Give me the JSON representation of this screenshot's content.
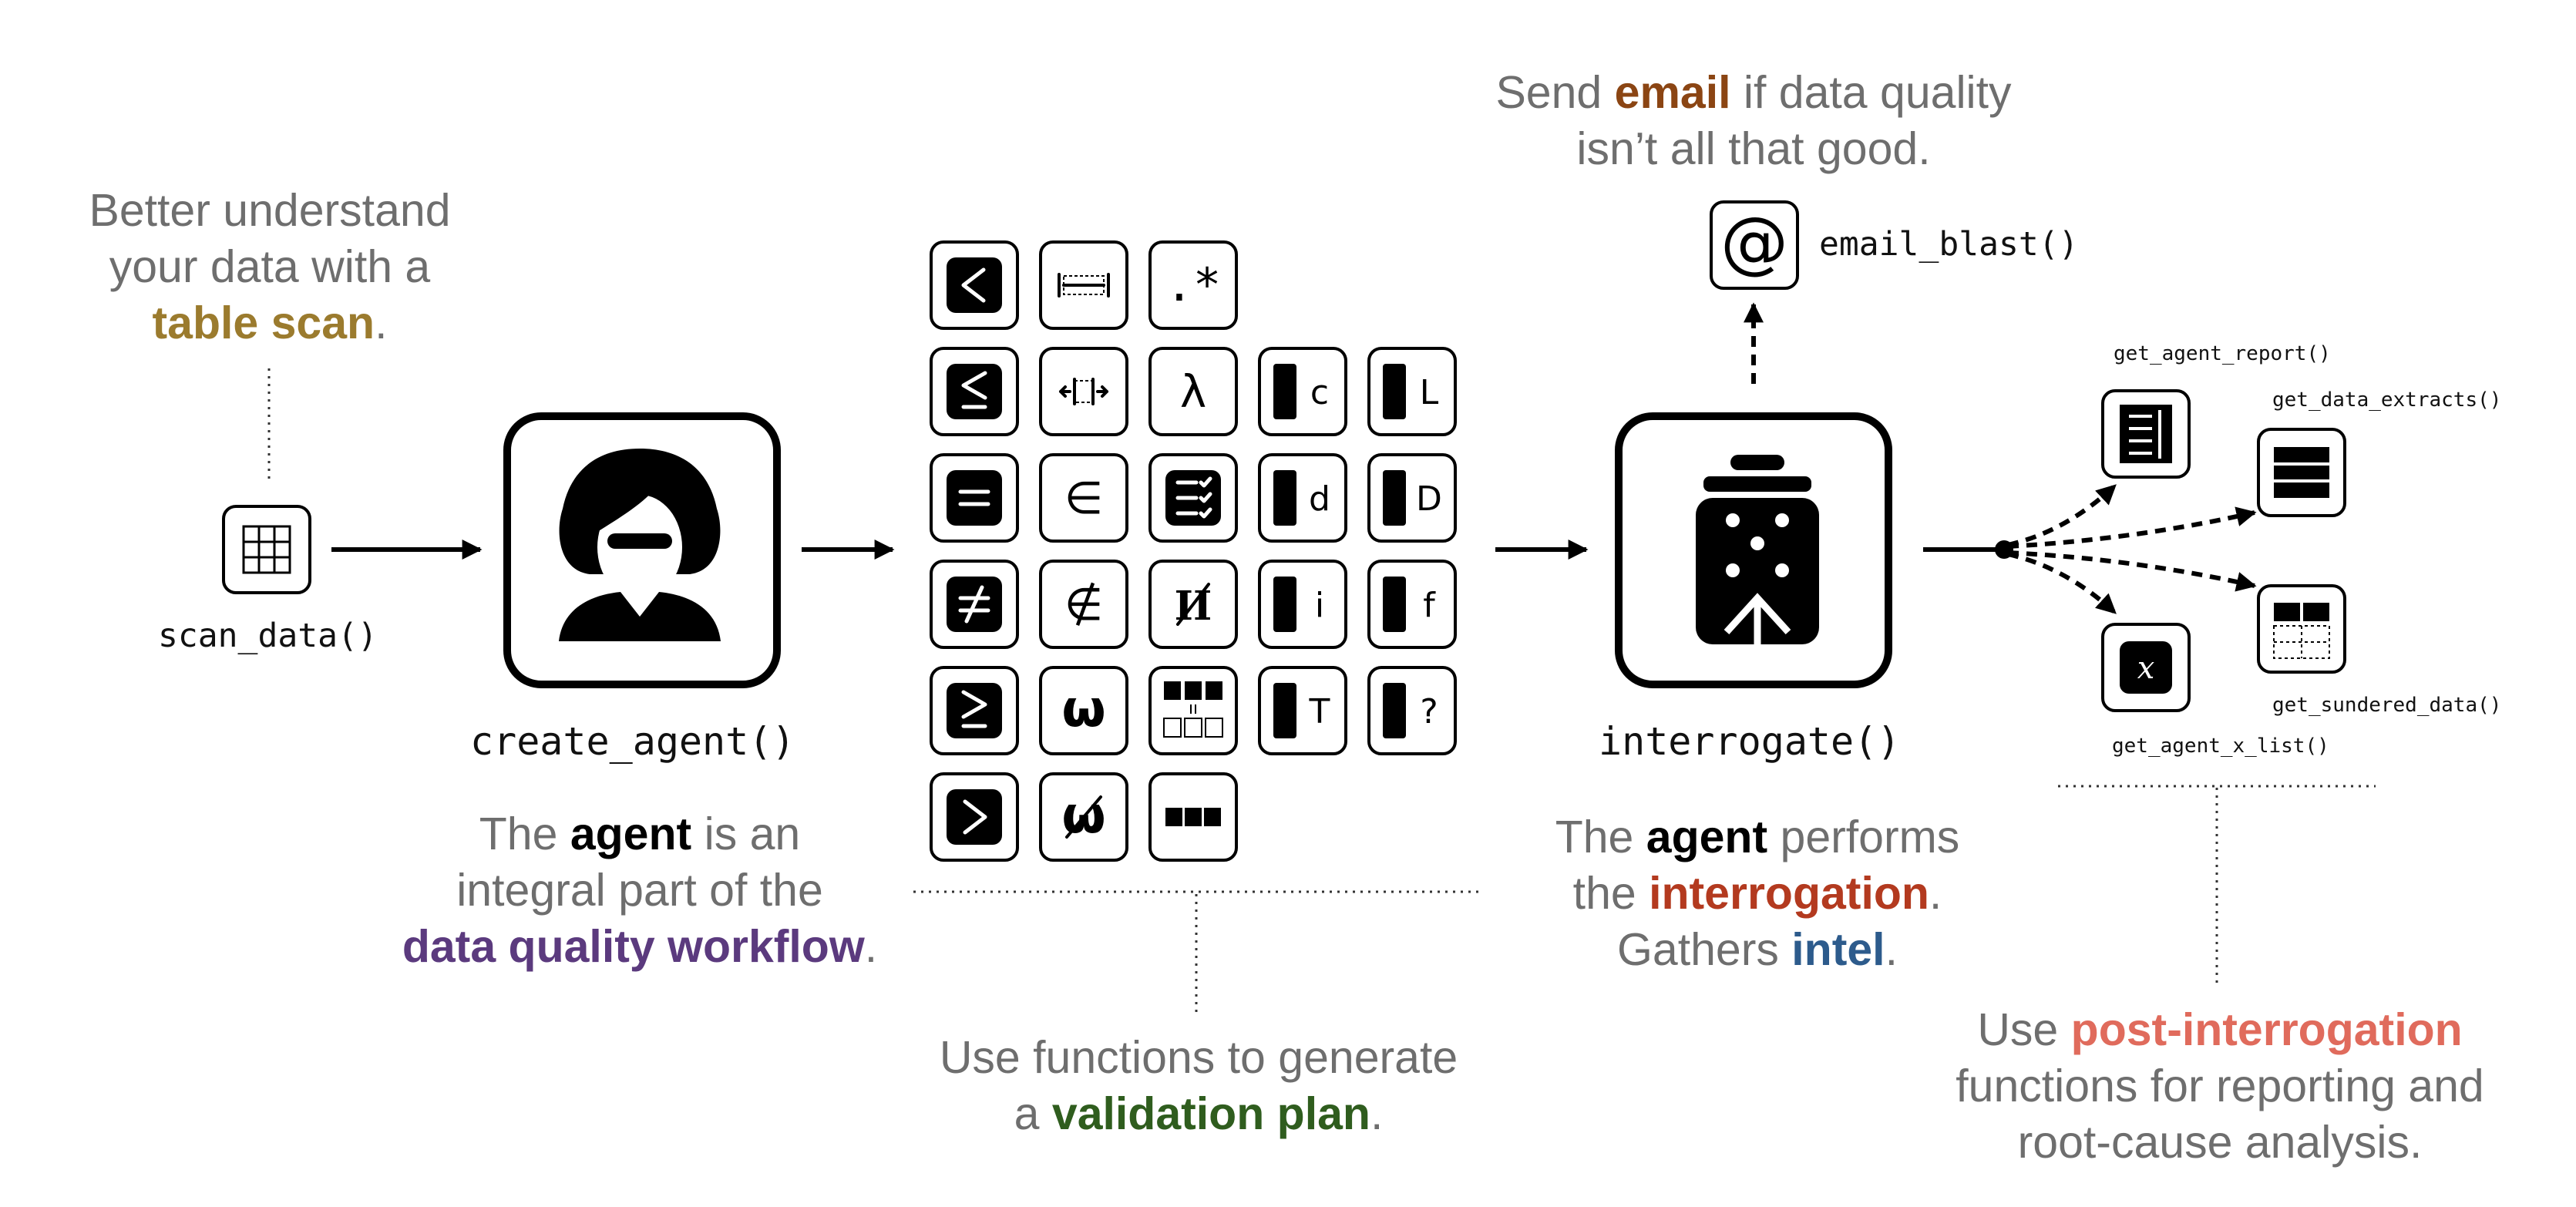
{
  "colors": {
    "caption_gray": "#6e6e6e",
    "table_scan": "#9b7b2e",
    "data_quality_workflow": "#5b3a7e",
    "agent": "#000000",
    "validation_plan": "#2f5d1e",
    "email": "#8b4513",
    "interrogation": "#b33a1f",
    "intel": "#2d5b8c",
    "post_interrogation": "#e06b5c"
  },
  "scan": {
    "caption": {
      "l1": "Better understand",
      "l2": "your data with a",
      "hl": "table scan",
      "end": "."
    },
    "fn": "scan_data()",
    "icon": "table-scan-icon"
  },
  "agent_step": {
    "fn": "create_agent()",
    "icon": "agent-avatar-icon",
    "caption": {
      "p1": "The ",
      "hl1": "agent",
      "p2": " is an",
      "l2": "integral part of the",
      "hl2": "data quality workflow",
      "end": "."
    }
  },
  "validation": {
    "caption": {
      "l1": "Use functions to generate",
      "p": "a ",
      "hl": "validation plan",
      "end": "."
    },
    "tiles": [
      {
        "text": "",
        "icon": "less-than-icon"
      },
      {
        "text": "",
        "icon": "between-icon"
      },
      {
        "text": ".*",
        "icon": "regex-icon"
      },
      {
        "text": "",
        "icon": "less-equal-icon"
      },
      {
        "text": "",
        "icon": "outside-icon"
      },
      {
        "text": "λ",
        "icon": "lambda-icon"
      },
      {
        "text": "c",
        "icon": "col-is-character-icon"
      },
      {
        "text": "L",
        "icon": "col-is-logical-icon"
      },
      {
        "text": "",
        "icon": "equal-icon"
      },
      {
        "text": "∈",
        "icon": "in-set-icon"
      },
      {
        "text": "",
        "icon": "conjointly-icon"
      },
      {
        "text": "d",
        "icon": "col-is-date-icon"
      },
      {
        "text": "D",
        "icon": "col-is-datetime-icon"
      },
      {
        "text": "",
        "icon": "not-equal-icon"
      },
      {
        "text": "∉",
        "icon": "not-in-set-icon"
      },
      {
        "text": "II",
        "icon": "distinct-icon"
      },
      {
        "text": "i",
        "icon": "col-is-integer-icon"
      },
      {
        "text": "f",
        "icon": "col-is-factor-icon"
      },
      {
        "text": "",
        "icon": "greater-equal-icon"
      },
      {
        "text": "ω",
        "icon": "omega-icon"
      },
      {
        "text": "",
        "icon": "col-schema-match-icon"
      },
      {
        "text": "T",
        "icon": "col-is-posix-icon"
      },
      {
        "text": "?",
        "icon": "col-exists-icon"
      },
      {
        "text": "",
        "icon": "greater-than-icon"
      },
      {
        "text": "ω",
        "icon": "not-omega-icon"
      },
      {
        "text": "",
        "icon": "rows-complete-icon"
      }
    ]
  },
  "interrogate": {
    "fn": "interrogate()",
    "icon": "interrogation-cylinder-icon",
    "caption": {
      "p1": "The ",
      "hl1": "agent",
      "p2": " performs",
      "p3": "the ",
      "hl2": "interrogation",
      "end": ".",
      "p4": "Gathers ",
      "hl3": "intel",
      "end2": "."
    }
  },
  "email": {
    "caption": {
      "p1": "Send ",
      "hl": "email",
      "p2": " if data quality",
      "l2": "isn’t all that good."
    },
    "fn": "email_blast()",
    "icon": "at-sign-icon"
  },
  "post": {
    "fns": {
      "report": "get_agent_report()",
      "extracts": "get_data_extracts()",
      "sundered": "get_sundered_data()",
      "xlist": "get_agent_x_list()"
    },
    "caption": {
      "p1": "Use ",
      "hl": "post-interrogation",
      "l2": "functions for reporting and",
      "l3": "root-cause analysis."
    }
  }
}
